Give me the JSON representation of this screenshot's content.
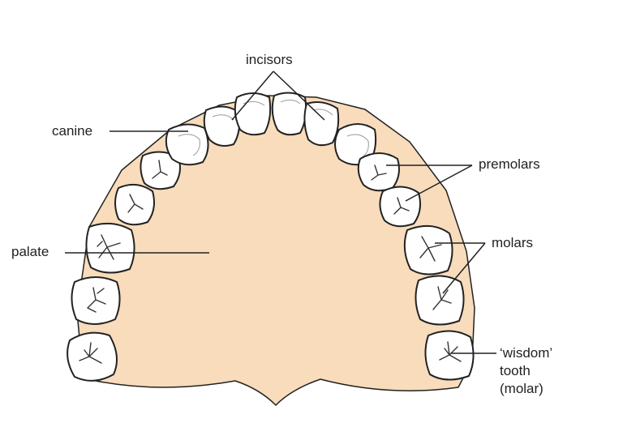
{
  "labels": {
    "incisors": "incisors",
    "canine": "canine",
    "premolars": "premolars",
    "palate": "palate",
    "molars": "molars",
    "wisdom_line1": "‘wisdom’",
    "wisdom_line2": "tooth",
    "wisdom_line3": "(molar)"
  },
  "colors": {
    "palate": "#f8dcbb",
    "outline": "#222222",
    "tooth": "#ffffff"
  }
}
